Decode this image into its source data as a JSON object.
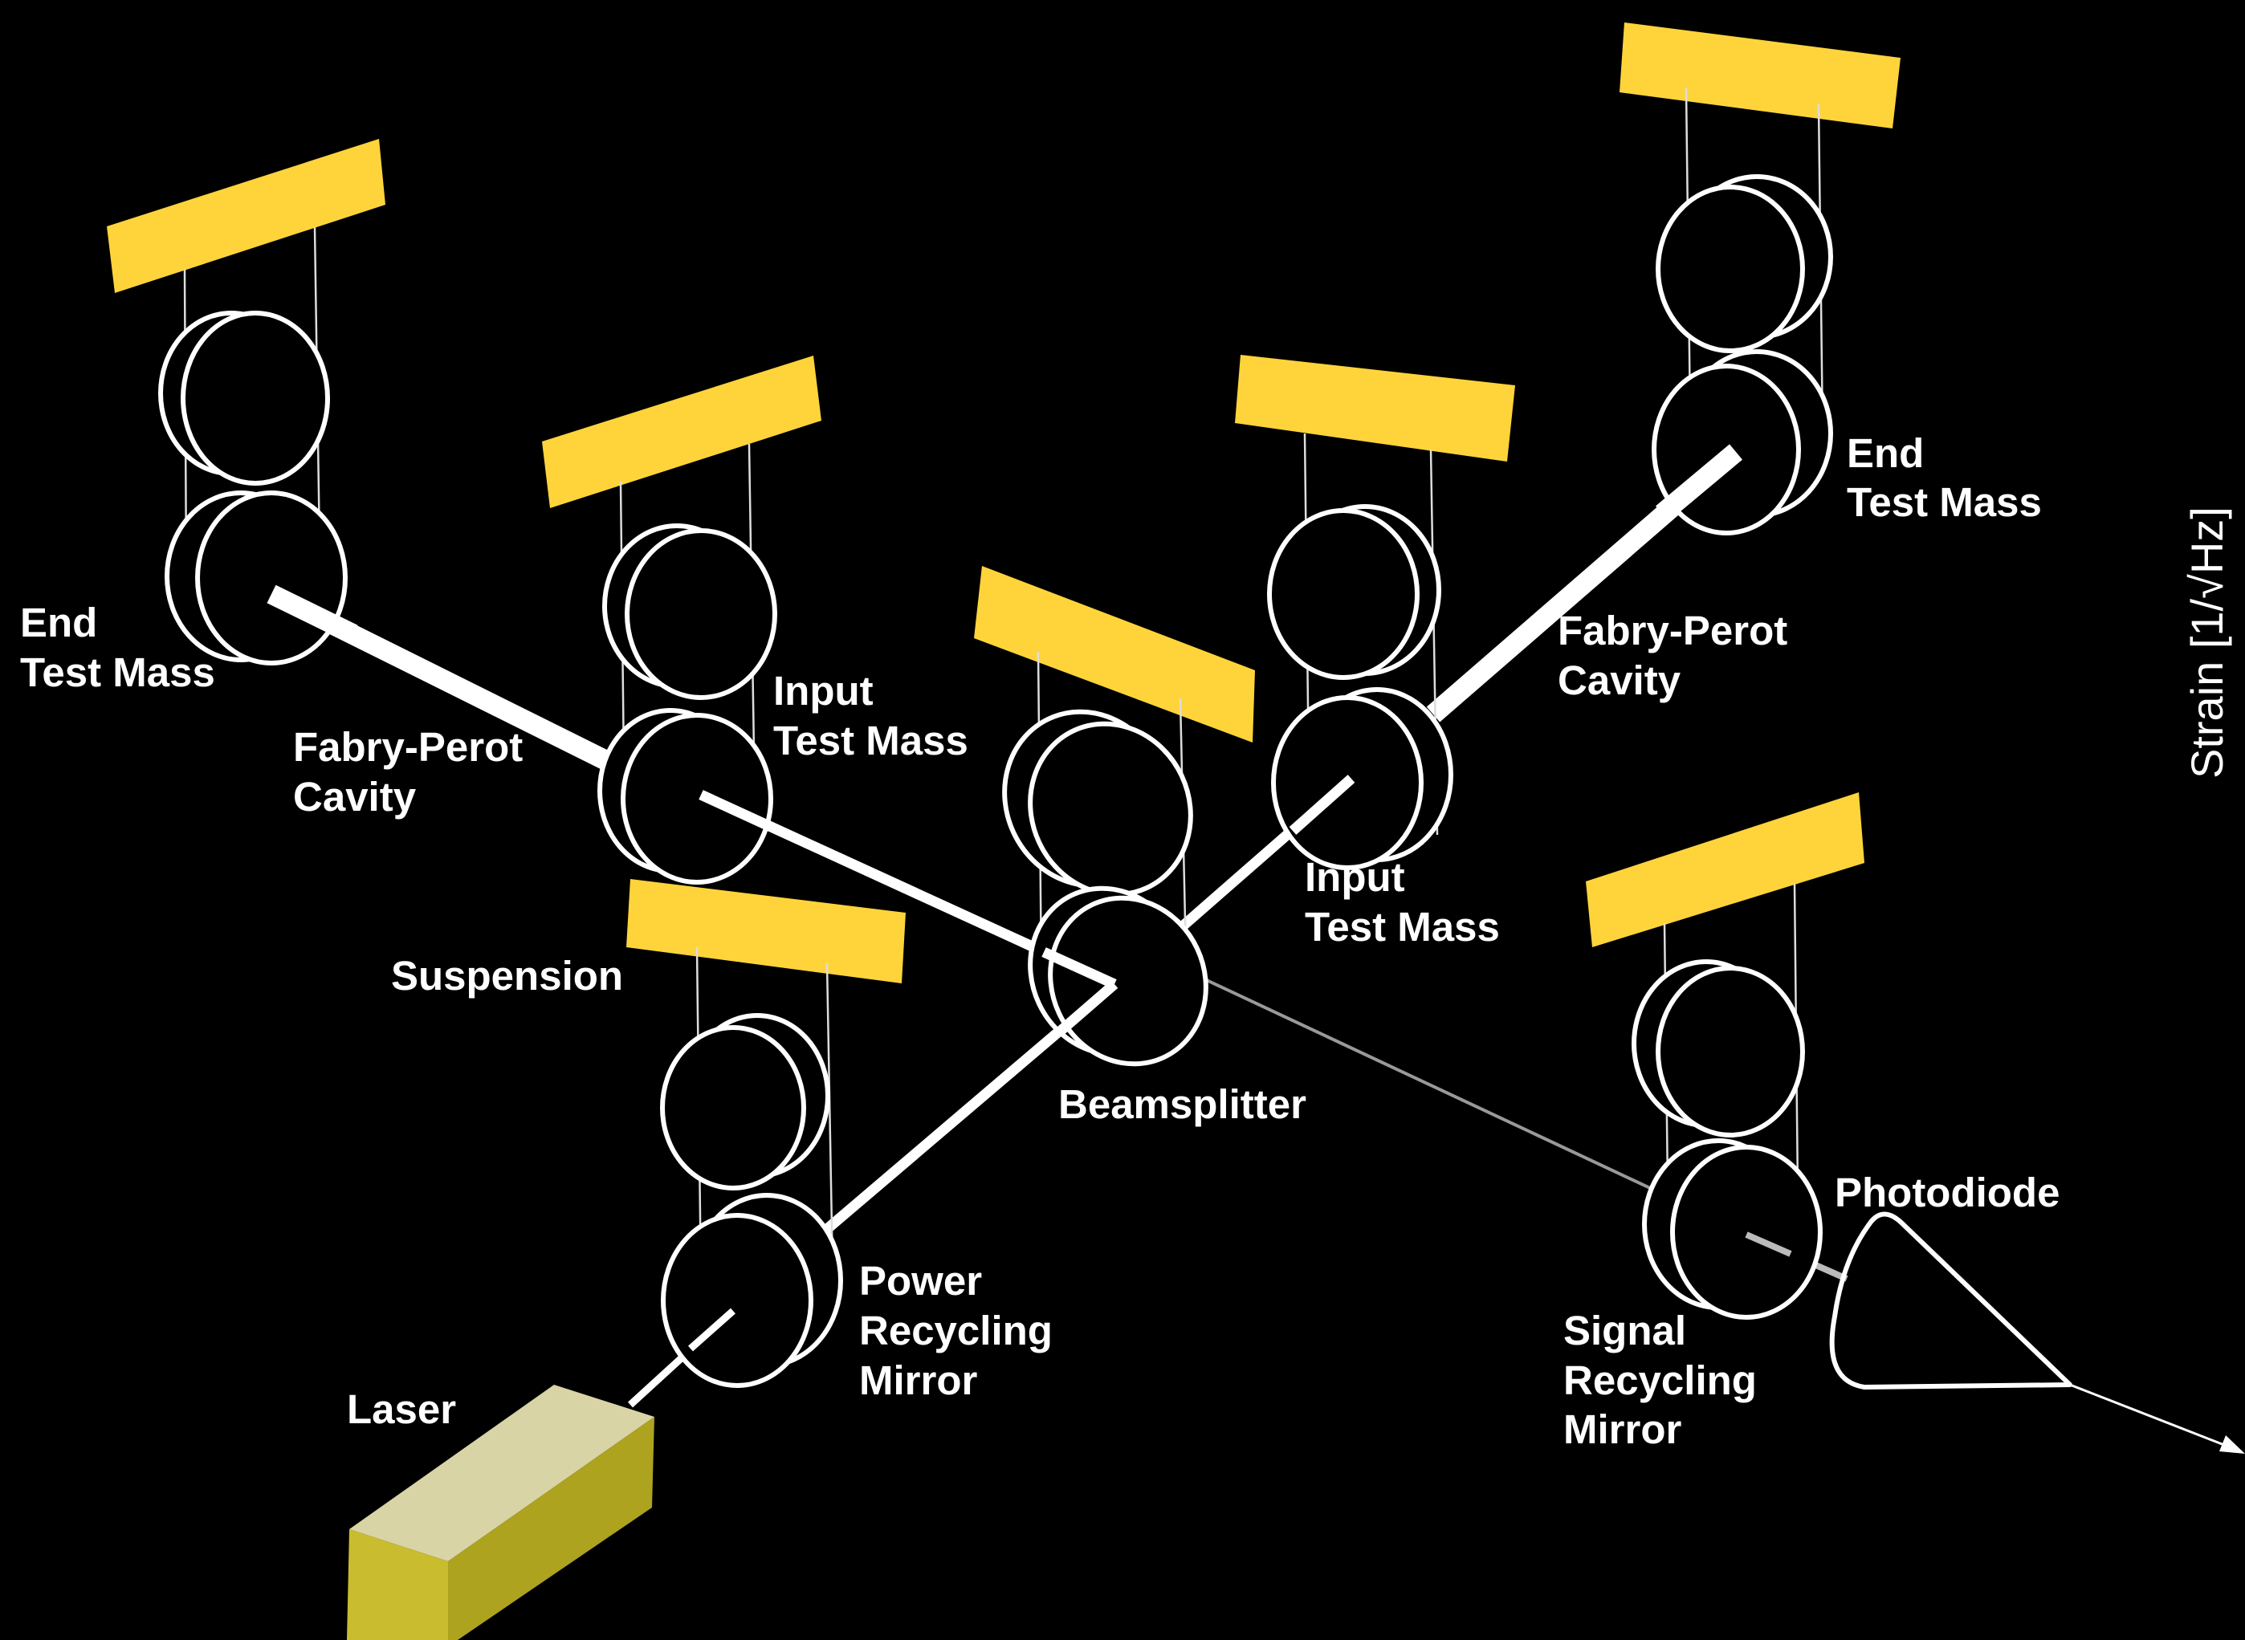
{
  "colors": {
    "background": "#000000",
    "mount": "#FFD43B",
    "optic_stroke": "#FFFFFF",
    "laser_front": "#C9BD2F",
    "laser_top": "#D8D4A6",
    "laser_side": "#ADA31F"
  },
  "labels": {
    "end_test_mass_left": [
      "End",
      "Test Mass"
    ],
    "end_test_mass_right": [
      "End",
      "Test Mass"
    ],
    "fabry_perot_left": [
      "Fabry-Perot",
      "Cavity"
    ],
    "fabry_perot_right": [
      "Fabry-Perot",
      "Cavity"
    ],
    "input_test_mass_left": [
      "Input",
      "Test Mass"
    ],
    "input_test_mass_right": [
      "Input",
      "Test Mass"
    ],
    "suspension": "Suspension",
    "beamsplitter": "Beamsplitter",
    "power_recycling": [
      "Power",
      "Recycling",
      "Mirror"
    ],
    "signal_recycling": [
      "Signal",
      "Recycling",
      "Mirror"
    ],
    "photodiode": "Photodiode",
    "laser": "Laser"
  },
  "axis_label": "Strain [1/√Hz]"
}
